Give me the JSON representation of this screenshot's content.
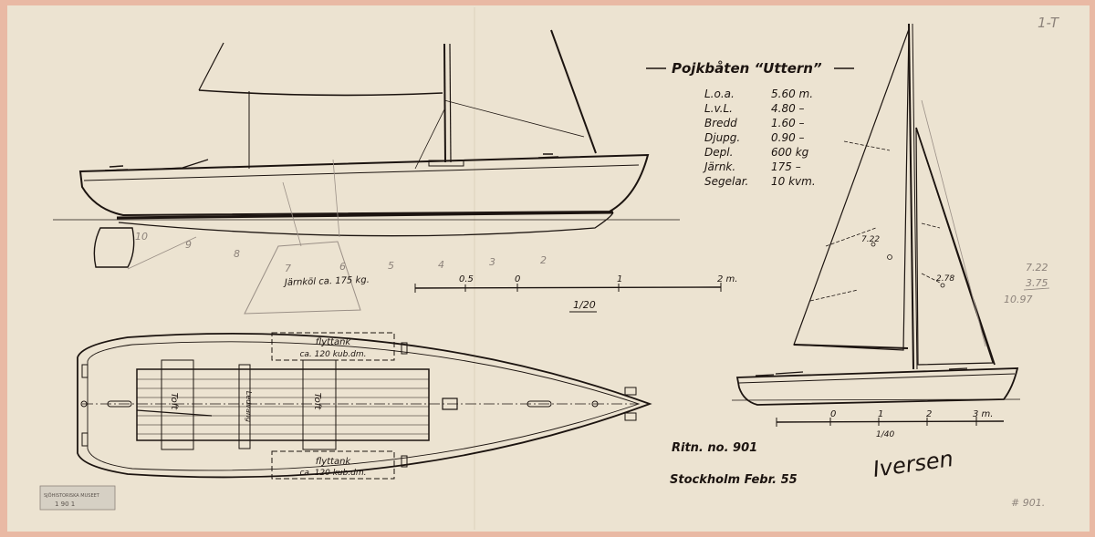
{
  "title": "Pojkbåten “Uttern”",
  "specs": [
    {
      "label": "L.o.a.",
      "value": "5.60 m."
    },
    {
      "label": "L.v.L.",
      "value": "4.80 –"
    },
    {
      "label": "Bredd",
      "value": "1.60 –"
    },
    {
      "label": "Djupg.",
      "value": "0.90 –"
    },
    {
      "label": "Depl.",
      "value": "600 kg"
    },
    {
      "label": "Järnk.",
      "value": "175 –"
    },
    {
      "label": "Segelar.",
      "value": "10 kvm."
    }
  ],
  "profile": {
    "keel_label": "Järnköl ca. 175 kg.",
    "station_numbers": [
      "10",
      "9",
      "8",
      "7",
      "6",
      "5",
      "4",
      "3",
      "2"
    ],
    "scale_ticks": [
      "0.5",
      "0",
      "1",
      "2 m."
    ],
    "scale_label": "1/20"
  },
  "deck": {
    "tank_top_title": "flyttank",
    "tank_top_volume": "ca. 120 kub.dm.",
    "tank_bottom_title": "flyttank",
    "tank_bottom_volume": "ca. 120 kub.dm.",
    "toft_aft": "Toft",
    "toft_fwd": "Toft",
    "centerboard": "Ledvang"
  },
  "sail": {
    "dim_main": "7.22",
    "dim_jib": "2.78",
    "scale_ticks": [
      "0",
      "1",
      "2",
      "3 m."
    ],
    "scale_label": "1/40"
  },
  "footer": {
    "drawing_no": "Ritn. no. 901",
    "place_date": "Stockholm Febr. 55",
    "signature": "Iversen"
  },
  "margin_notes": {
    "sheet_id": "1-T",
    "pencil_a": "7.22",
    "pencil_b": "3.75",
    "pencil_c": "10.97",
    "archive_no": "# 901.",
    "stamp_line1": "SJÖHISTORISKA MUSEET",
    "stamp_line2": "1 90 1"
  },
  "colors": {
    "paper": "#ece3d1",
    "border": "#e9b9a4",
    "ink": "#1c1410",
    "pencil": "#8d837b"
  }
}
